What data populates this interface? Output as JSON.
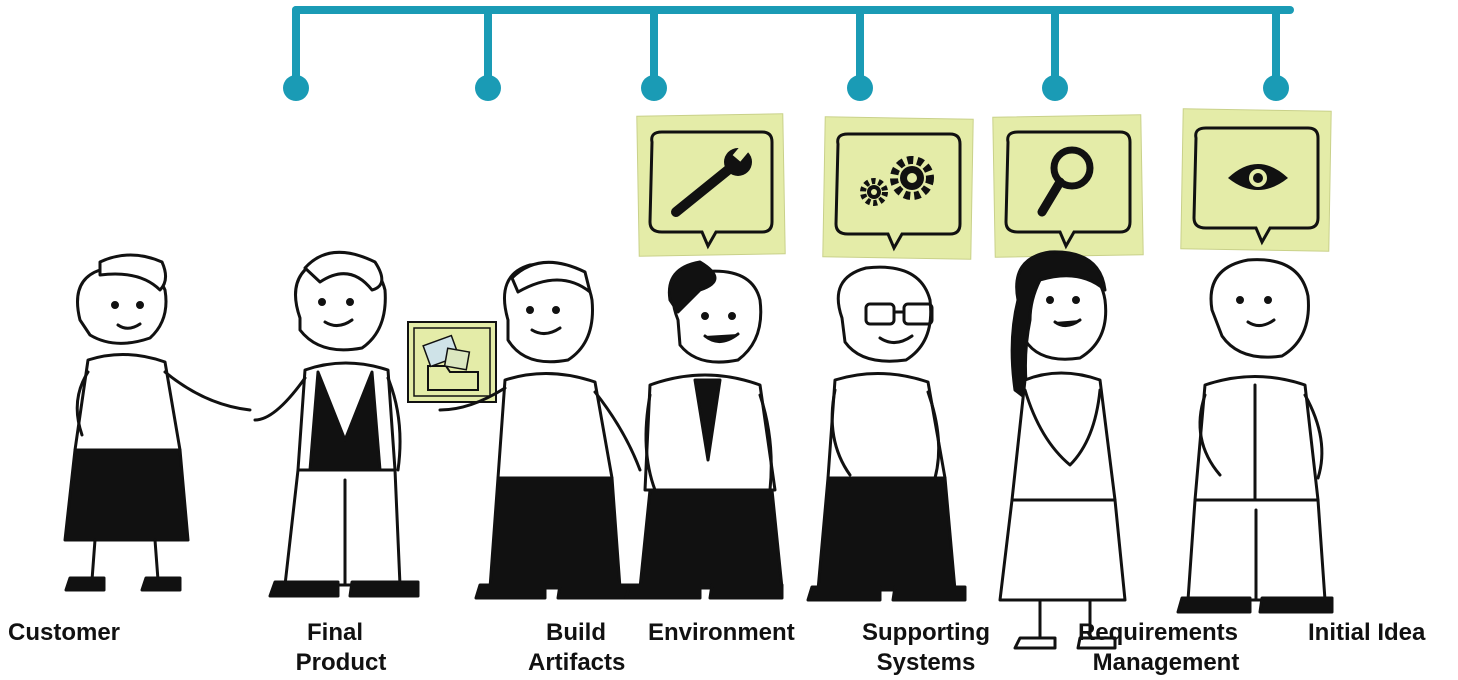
{
  "diagram": {
    "accent_color": "#1a9bb5",
    "note_color": "#e4eca8",
    "people": [
      {
        "id": "customer",
        "label_line1": "Customer",
        "label_line2": ""
      },
      {
        "id": "final-product",
        "label_line1": "Final",
        "label_line2": "Product"
      },
      {
        "id": "build-artifacts",
        "label_line1": "Build",
        "label_line2": "Artifacts"
      },
      {
        "id": "environment",
        "label_line1": "Environment",
        "label_line2": ""
      },
      {
        "id": "supporting-systems",
        "label_line1": "Supporting",
        "label_line2": "Systems"
      },
      {
        "id": "requirements-management",
        "label_line1": "Requirements",
        "label_line2": "Management"
      },
      {
        "id": "initial-idea",
        "label_line1": "Initial Idea",
        "label_line2": ""
      }
    ],
    "note_icons": [
      "wrench-icon",
      "gears-icon",
      "magnifier-icon",
      "eye-icon"
    ],
    "handoff_icon": "folder-files-icon"
  }
}
